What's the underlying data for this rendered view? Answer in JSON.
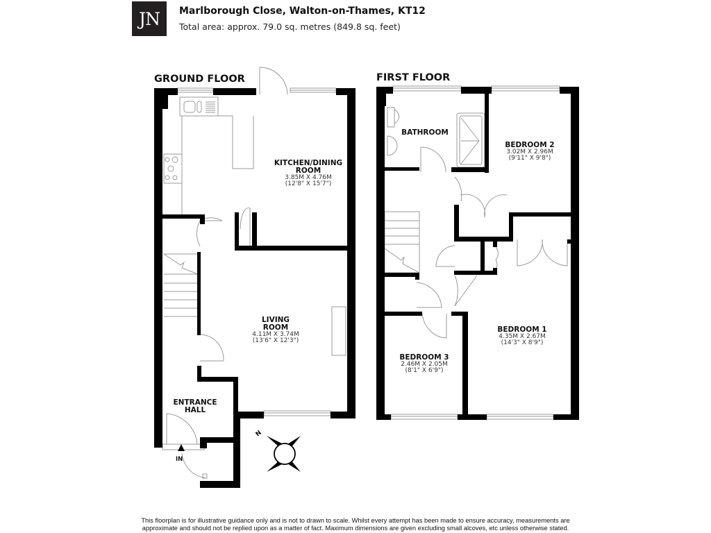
{
  "header": {
    "logo_text": "JN",
    "title": "Marlborough Close, Walton-on-Thames, KT12",
    "subtitle": "Total area: approx. 79.0 sq. metres (849.8 sq. feet)"
  },
  "floors": [
    {
      "label": "GROUND FLOOR",
      "rooms": [
        {
          "name_line1": "KITCHEN/DINING",
          "name_line2": "ROOM",
          "dim_metric": "3.85M X 4.76M",
          "dim_imperial": "(12'8\" X 15'7\")"
        },
        {
          "name_line1": "LIVING",
          "name_line2": "ROOM",
          "dim_metric": "4.11M X 3.74M",
          "dim_imperial": "(13'6\" X 12'3\")"
        },
        {
          "name_line1": "ENTRANCE",
          "name_line2": "HALL"
        }
      ],
      "entrance_marker": "IN"
    },
    {
      "label": "FIRST FLOOR",
      "rooms": [
        {
          "name_line1": "BATHROOM"
        },
        {
          "name_line1": "BEDROOM 2",
          "dim_metric": "3.02M X 2.96M",
          "dim_imperial": "(9'11\" X 9'8\")"
        },
        {
          "name_line1": "BEDROOM 1",
          "dim_metric": "4.35M X 2.67M",
          "dim_imperial": "(14'3\" X 8'9\")"
        },
        {
          "name_line1": "BEDROOM 3",
          "dim_metric": "2.46M X 2.05M",
          "dim_imperial": "(8'1\" X 6'9\")"
        }
      ]
    }
  ],
  "compass": {
    "label": "N"
  },
  "disclaimer": {
    "line1": "This floorplan is for illustrative guidance only and is not to drawn to scale. Whilst every attempt has been made to ensure accuracy, measurements are",
    "line2": "approximate and should not be replied upon as a matter of fact. Maximum dimensions are given excluding small alcoves, etc unless otherwise stated."
  },
  "colors": {
    "wall": "#000000",
    "fixture_line": "#9a9a9a",
    "logo_bg": "#231f20"
  }
}
